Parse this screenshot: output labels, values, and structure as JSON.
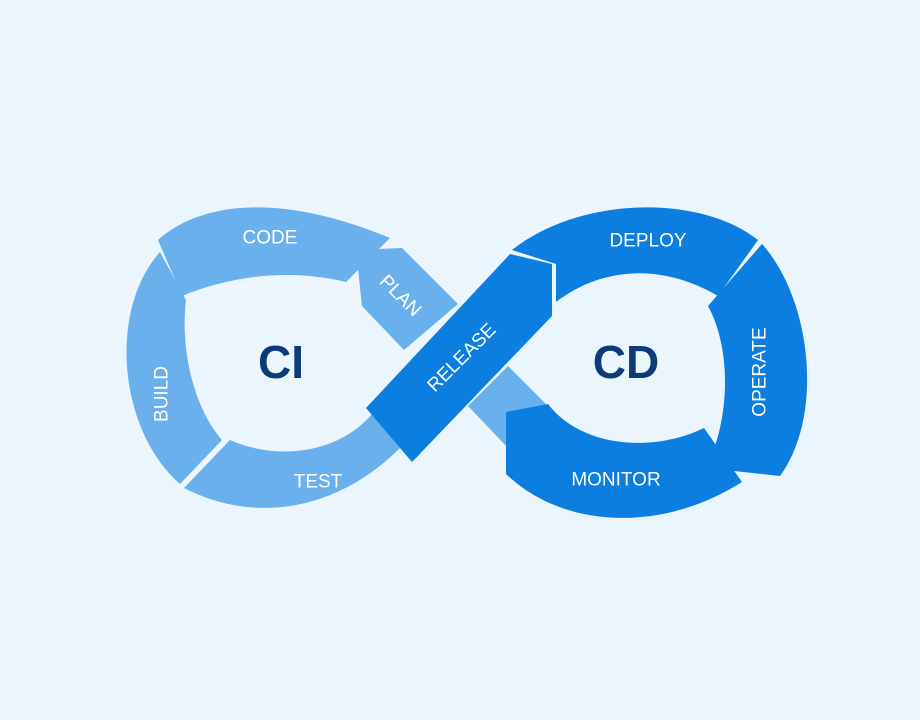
{
  "colors": {
    "background": "#eaf5fd",
    "ci_segment": "#6ab0ec",
    "cd_segment": "#0b7ee0",
    "center_text": "#0d3a78",
    "segment_text": "#ffffff"
  },
  "ci": {
    "label": "CI",
    "stages": {
      "code": "CODE",
      "plan": "PLAN",
      "build": "BUILD",
      "test": "TEST"
    }
  },
  "cd": {
    "label": "CD",
    "stages": {
      "release": "RELEASE",
      "deploy": "DEPLOY",
      "operate": "OPERATE",
      "monitor": "MONITOR"
    }
  }
}
